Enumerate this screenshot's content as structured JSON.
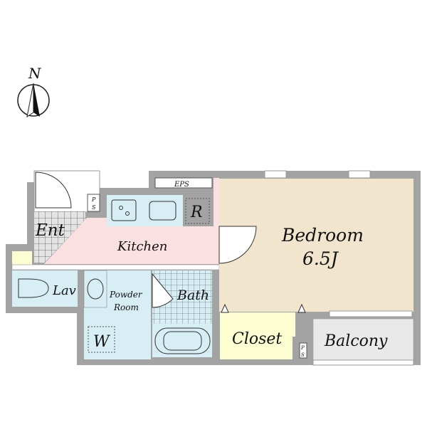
{
  "compass": {
    "label": "N"
  },
  "rooms": {
    "bedroom": {
      "label": "Bedroom",
      "size": "6.5J"
    },
    "kitchen": {
      "label": "Kitchen"
    },
    "entrance": {
      "label": "Ent"
    },
    "lavatory": {
      "label": "Lav"
    },
    "powder_room": {
      "label_line1": "Powder",
      "label_line2": "Room"
    },
    "bath": {
      "label": "Bath"
    },
    "closet": {
      "label": "Closet"
    },
    "balcony": {
      "label": "Balcony"
    },
    "refrigerator": {
      "label": "R"
    },
    "washer": {
      "label": "W"
    },
    "eps": {
      "label": "EPS"
    },
    "ps_kitchen": {
      "line1": "P",
      "line2": "S"
    },
    "ps_closet": {
      "line1": "P",
      "line2": "S"
    }
  },
  "colors": {
    "wall": "#a3a3a3",
    "bedroom": "#f1e6cd",
    "kitchen": "#fbe0e2",
    "wet": "#d6eef4",
    "closet": "#fdfdd2",
    "balcony": "#e9e9e9",
    "entrance": "#e2e2e2"
  }
}
